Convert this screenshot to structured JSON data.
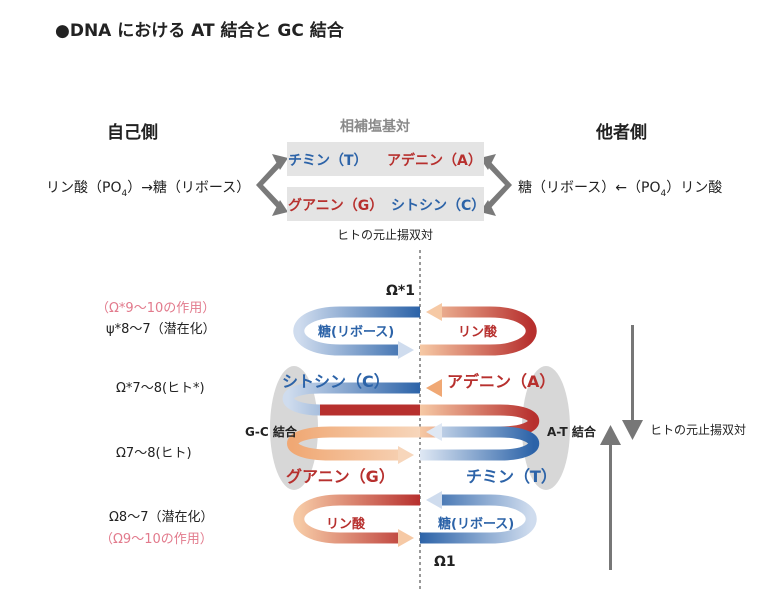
{
  "title": "●DNA における AT 結合と GC 結合",
  "sides": {
    "self": "自己側",
    "other": "他者側"
  },
  "pair_heading": "相補塩基対",
  "pair_rows": [
    {
      "left": "チミン（T）",
      "right": "アデニン（A）"
    },
    {
      "left": "グアニン（G）",
      "right": "シトシン（C）"
    }
  ],
  "self_chain": {
    "pre": "リン酸（PO",
    "sub": "4",
    "post": "）→糖（リボース）"
  },
  "other_chain": {
    "pre": "糖（リボース）←（PO",
    "sub": "4",
    "post": "）リン酸"
  },
  "caption_top": "ヒトの元止揚双対",
  "caption_right": "ヒトの元止揚双対",
  "left_labels": {
    "top_pink": "（Ω*9〜10の作用）",
    "psi": "ψ*8〜7（潜在化）",
    "omega_star": "Ω*7〜8(ヒト*)",
    "omega": "Ω7〜8(ヒト)",
    "omega_latent": "Ω8〜7（潜在化）",
    "bottom_pink": "（Ω9〜10の作用）"
  },
  "bonds": {
    "gc": "G-C 結合",
    "at": "A-T 結合"
  },
  "helix": {
    "omega_top": "Ω*1",
    "omega_bottom": "Ω1",
    "top_sugar": "糖(リボース)",
    "top_phosphate": "リン酸",
    "cytosine": "シトシン（C）",
    "adenine": "アデニン（A）",
    "guanine": "グアニン（G）",
    "thymine": "チミン（T）",
    "bottom_phosphate": "リン酸",
    "bottom_sugar": "糖(リボース)"
  },
  "colors": {
    "blue": "#2c63a8",
    "red": "#b7302e",
    "pink": "#e27a8c",
    "orange": "#f2b383",
    "gray_arrow": "#777777"
  }
}
